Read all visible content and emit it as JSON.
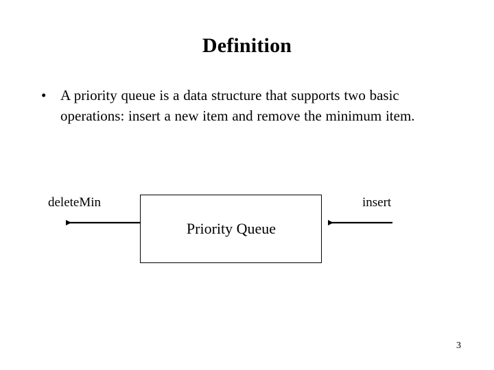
{
  "slide": {
    "title": "Definition",
    "page_number": "3",
    "background_color": "#ffffff",
    "text_color": "#000000"
  },
  "body": {
    "bullets": [
      {
        "marker": "•",
        "text": "A priority queue is a data structure that supports two basic operations: insert a new item and remove the minimum item."
      }
    ]
  },
  "diagram": {
    "box_label": "Priority Queue",
    "left_label": "deleteMin",
    "right_label": "insert",
    "line_color": "#000000",
    "box_fill": "#ffffff"
  }
}
